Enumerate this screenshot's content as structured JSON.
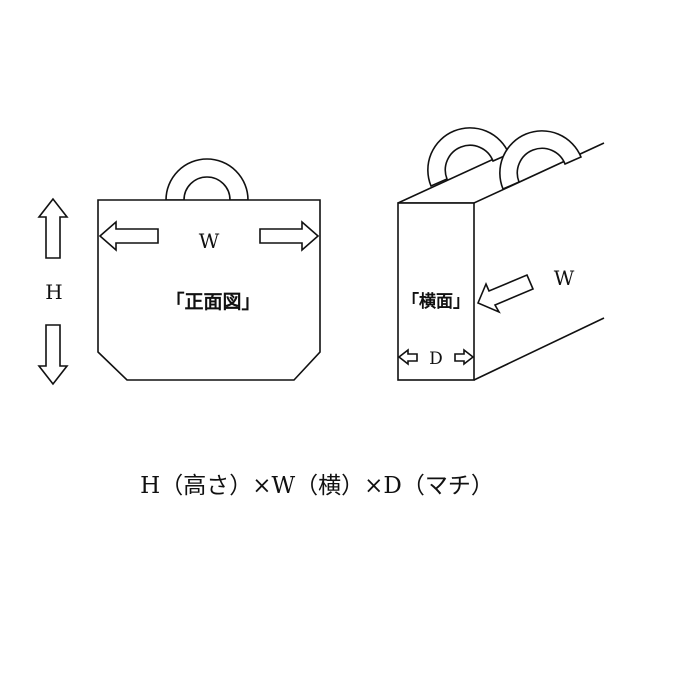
{
  "front_view": {
    "label": "「正面図」",
    "width_label": "W",
    "height_label": "H"
  },
  "side_view": {
    "label": "「横面」",
    "width_label": "W",
    "depth_label": "D"
  },
  "formula": "H（高さ）×W（横）×D（マチ）",
  "colors": {
    "stroke": "#111111",
    "background": "#ffffff"
  }
}
